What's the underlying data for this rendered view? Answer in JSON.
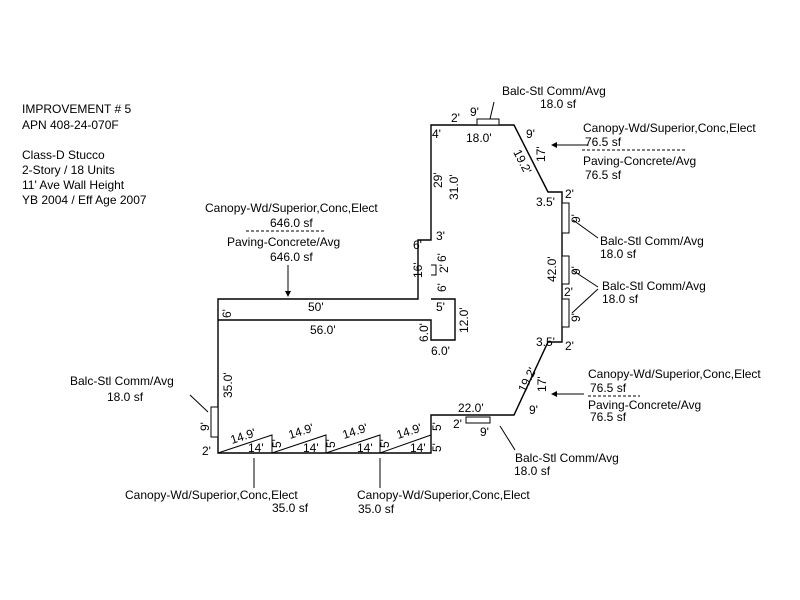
{
  "info": {
    "improvement": "IMPROVEMENT # 5",
    "apn": "APN 408-24-070F",
    "class": "Class-D Stucco",
    "story": "2-Story / 18 Units",
    "wall": "11' Ave Wall Height",
    "yb": "YB 2004 / Eff Age 2007"
  },
  "dims": {
    "d_2_top": "2'",
    "d_9_top": "9'",
    "d_180_top": "18.0'",
    "d_4_top": "4'",
    "d_9_diag": "9'",
    "d_192_diag_top": "19.2'",
    "d_17_top": "17'",
    "d_29": "29'",
    "d_310": "31.0'",
    "d_35_right": "3.5'",
    "d_2_right": "2'",
    "d_9_r1": "9'",
    "d_420": "42.0'",
    "d_9_r2": "9'",
    "d_2_r3": "2'",
    "d_9_r3": "9'",
    "d_6_a": "6'",
    "d_3": "3'",
    "d_6_b": "6'",
    "d_2_notch": "2'",
    "d_6_c": "6'",
    "d_16": "16'",
    "d_5": "5'",
    "d_120": "12.0'",
    "d_60_v": "6.0'",
    "d_60_h": "6.0'",
    "d_6_left": "6'",
    "d_50": "50'",
    "d_560": "56.0'",
    "d_35_right2": "3.5'",
    "d_2_right2": "2'",
    "d_192_diag_bot": "19.2'",
    "d_17_bot": "17'",
    "d_9_bot": "9'",
    "d_220": "22.0'",
    "d_2_bot": "2'",
    "d_9_bot2": "9'",
    "d_350": "35.0'",
    "d_9_left": "9'",
    "d_2_left": "2'",
    "s1_hyp": "14.9'",
    "s1_base": "14'",
    "s1_side": "5'",
    "s2_hyp": "14.9'",
    "s2_base": "14'",
    "s2_side": "5'",
    "s3_hyp": "14.9'",
    "s3_base": "14'",
    "s3_side": "5'",
    "s4_hyp": "14.9'",
    "s4_base": "14'",
    "s4_side": "5'",
    "d_5_right_top": "5'",
    "d_5_right_bot": "5'"
  },
  "labels": {
    "balc_top": {
      "name": "Balc-Stl Comm/Avg",
      "area": "18.0 sf"
    },
    "canopy_top_right": {
      "name": "Canopy-Wd/Superior,Conc,Elect",
      "area": "76.5 sf"
    },
    "paving_top_right": {
      "name": "Paving-Concrete/Avg",
      "area": "76.5 sf"
    },
    "canopy_center": {
      "name": "Canopy-Wd/Superior,Conc,Elect",
      "area": "646.0 sf"
    },
    "paving_center": {
      "name": "Paving-Concrete/Avg",
      "area": "646.0 sf"
    },
    "balc_right1": {
      "name": "Balc-Stl Comm/Avg",
      "area": "18.0 sf"
    },
    "balc_right2": {
      "name": "Balc-Stl Comm/Avg",
      "area": "18.0 sf"
    },
    "canopy_bot_right": {
      "name": "Canopy-Wd/Superior,Conc,Elect",
      "area": "76.5 sf"
    },
    "paving_bot_right": {
      "name": "Paving-Concrete/Avg",
      "area": "76.5 sf"
    },
    "balc_left": {
      "name": "Balc-Stl Comm/Avg",
      "area": "18.0 sf"
    },
    "balc_bottom": {
      "name": "Balc-Stl Comm/Avg",
      "area": "18.0 sf"
    },
    "canopy_bot_left": {
      "name": "Canopy-Wd/Superior,Conc,Elect",
      "area": "35.0 sf"
    },
    "canopy_bot_mid": {
      "name": "Canopy-Wd/Superior,Conc,Elect",
      "area": "35.0 sf"
    }
  }
}
